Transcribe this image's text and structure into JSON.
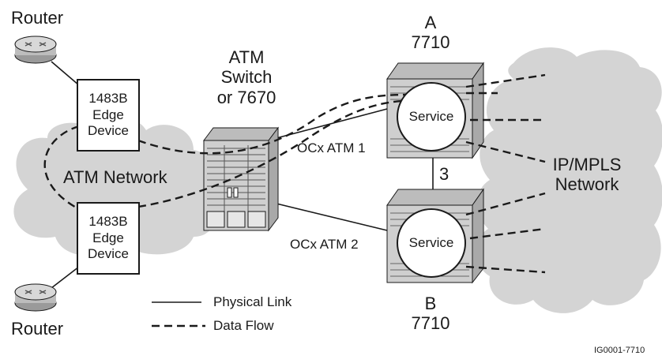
{
  "colors": {
    "cloud": "#d4d4d4",
    "device": "#cfcfcf",
    "line": "#1a1a1a"
  },
  "routers": {
    "top_label": "Router",
    "bottom_label": "Router"
  },
  "atm_switch": {
    "line1": "ATM",
    "line2": "Switch",
    "line3": "or 7670"
  },
  "edge_devices": [
    {
      "line1": "1483B",
      "line2": "Edge",
      "line3": "Device"
    },
    {
      "line1": "1483B",
      "line2": "Edge",
      "line3": "Device"
    }
  ],
  "atm_network_label": "ATM Network",
  "node_a": {
    "letter": "A",
    "model": "7710",
    "service": "Service"
  },
  "node_b": {
    "letter": "B",
    "model": "7710",
    "service": "Service"
  },
  "links": {
    "ocx_atm_1": "OCx ATM 1",
    "ocx_atm_2": "OCx ATM 2",
    "inter_node": "3"
  },
  "ip_mpls": {
    "line1": "IP/MPLS",
    "line2": "Network"
  },
  "legend": {
    "physical_link": "Physical Link",
    "data_flow": "Data Flow"
  },
  "figure_id": "IG0001-7710"
}
